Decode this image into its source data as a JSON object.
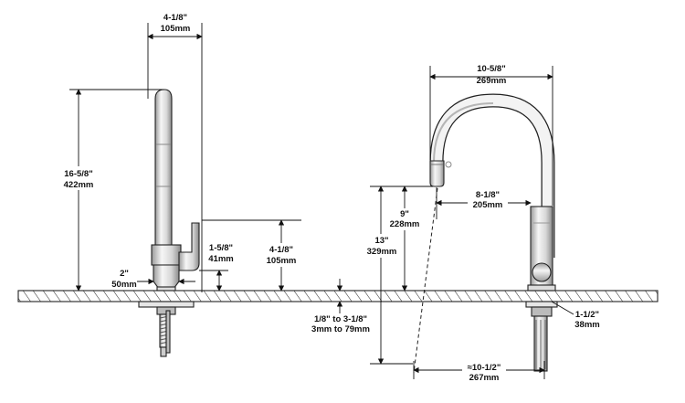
{
  "side_view": {
    "top_width": {
      "imperial": "4-1/8\"",
      "metric": "105mm"
    },
    "overall_height": {
      "imperial": "16-5/8\"",
      "metric": "422mm"
    },
    "handle_height": {
      "imperial": "1-5/8\"",
      "metric": "41mm"
    },
    "body_height": {
      "imperial": "4-1/8\"",
      "metric": "105mm"
    },
    "base_diameter": {
      "imperial": "2\"",
      "metric": "50mm"
    }
  },
  "deck": {
    "thickness": {
      "imperial": "1/8\" to 3-1/8\"",
      "metric": "3mm to 79mm"
    }
  },
  "front_view": {
    "spout_reach": {
      "imperial": "10-5/8\"",
      "metric": "269mm"
    },
    "spray_reach": {
      "imperial": "8-1/8\"",
      "metric": "205mm"
    },
    "aerator_height": {
      "imperial": "9\"",
      "metric": "228mm"
    },
    "total_height": {
      "imperial": "13\"",
      "metric": "329mm"
    },
    "hole_size": {
      "imperial": "1-1/2\"",
      "metric": "38mm"
    },
    "pulldown_reach": {
      "imperial": "≈10-1/2\"",
      "metric": "267mm"
    }
  },
  "colors": {
    "line": "#111111",
    "metal_light": "#f4f4f4",
    "metal_mid": "#cfcfcf",
    "metal_dark": "#8c8c8c",
    "counter_hatch": "#222222"
  }
}
